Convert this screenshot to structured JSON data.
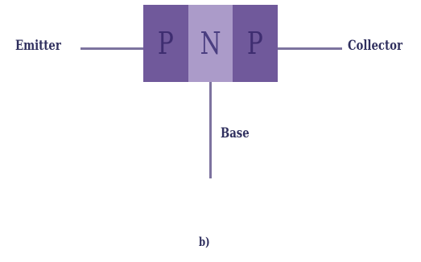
{
  "diagram": {
    "regions": [
      {
        "letter": "P"
      },
      {
        "letter": "N"
      },
      {
        "letter": "P"
      }
    ],
    "terminals": {
      "emitter": "Emitter",
      "collector": "Collector",
      "base": "Base"
    },
    "caption": "b)",
    "colors": {
      "p_region": "#70599b",
      "n_region": "#ab9bc9",
      "wire": "#7d739f",
      "text": "#2f2f5e"
    }
  }
}
